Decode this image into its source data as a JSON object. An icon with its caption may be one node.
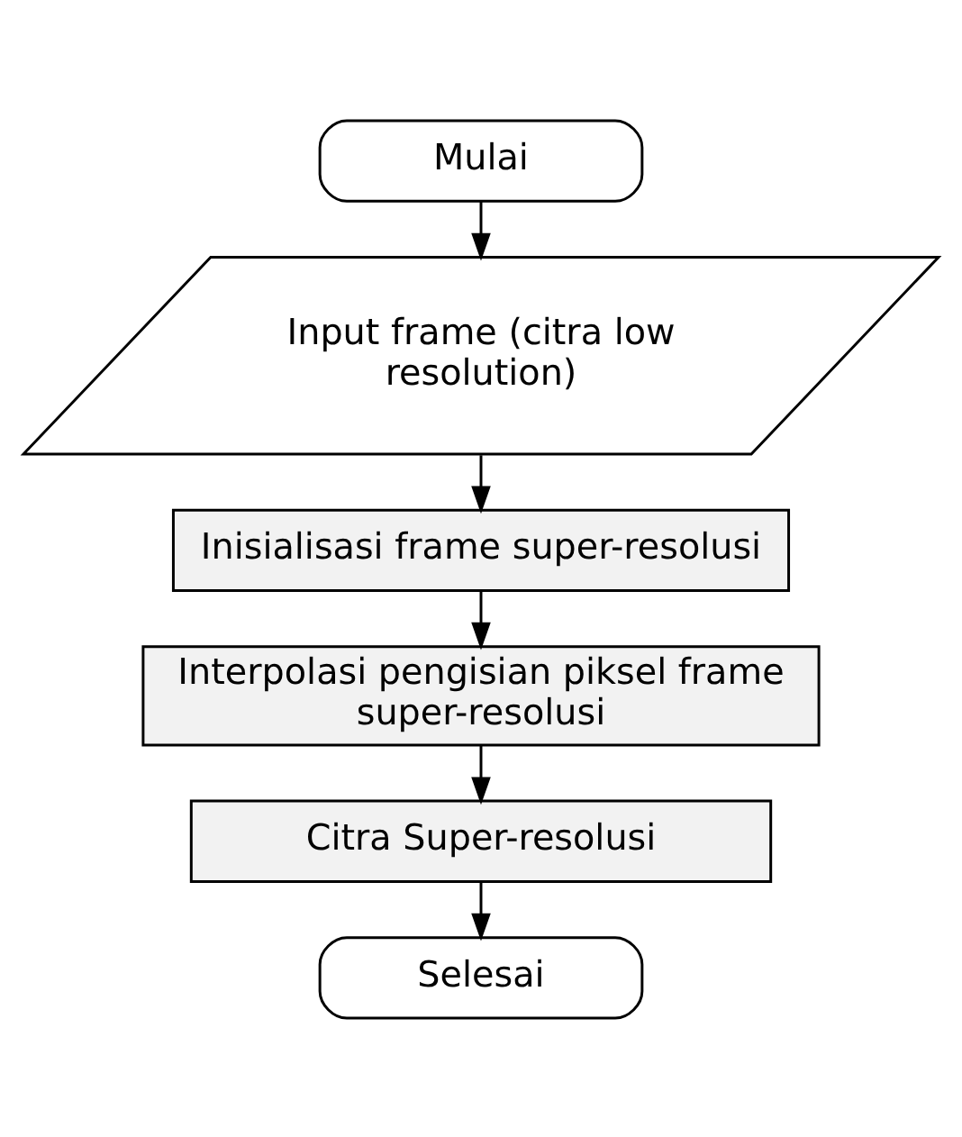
{
  "diagram": {
    "nodes": [
      {
        "text": [
          "Mulai"
        ]
      },
      {
        "text": [
          "Input frame (citra low resolution)"
        ]
      },
      {
        "text": [
          "Inisialisasi frame super-resolusi"
        ]
      },
      {
        "text": [
          "Interpolasi pengisian piksel frame super-resolusi"
        ]
      },
      {
        "text": [
          "Citra Super-resolusi"
        ]
      },
      {
        "text": [
          "Selesai"
        ]
      }
    ],
    "edges": [
      {
        "from": 0,
        "to": 1,
        "arrow": "to"
      },
      {
        "from": 1,
        "to": 2,
        "arrow": "to"
      },
      {
        "from": 2,
        "to": 3,
        "arrow": "to"
      },
      {
        "from": 3,
        "to": 4,
        "arrow": "to"
      },
      {
        "from": 4,
        "to": 5,
        "arrow": "to"
      }
    ]
  }
}
